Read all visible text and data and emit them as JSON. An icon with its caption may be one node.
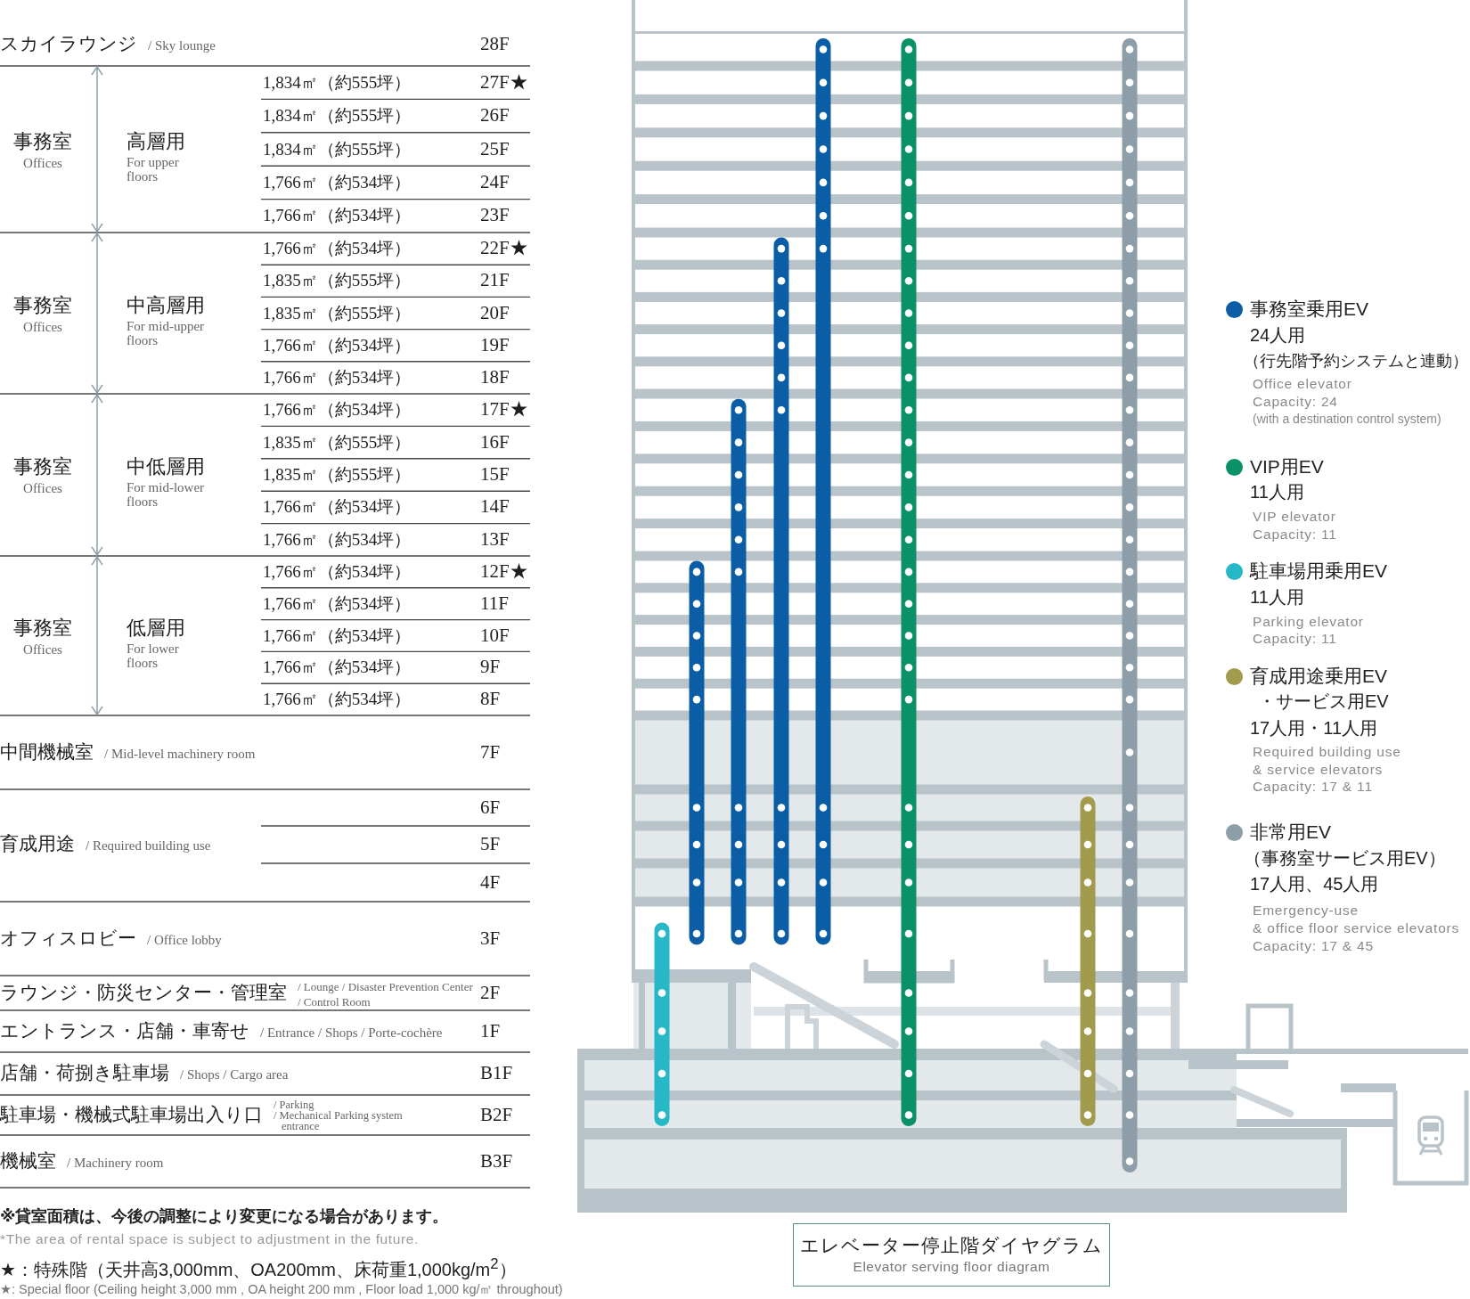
{
  "diagram": {
    "nodes": [
      {
        "text": [
          "エレベーター停止階ダイヤグラム",
          "Elevator serving floor diagram"
        ]
      }
    ],
    "labels": [
      "スカイラウンジ",
      "/ Sky lounge",
      "28F",
      "事務室",
      "Offices",
      "高層用",
      "For upper floors",
      "1,834㎡（約555坪）",
      "27F★",
      "1,834㎡（約555坪）",
      "26F",
      "1,834㎡（約555坪）",
      "25F",
      "1,766㎡（約534坪）",
      "24F",
      "1,766㎡（約534坪）",
      "23F",
      "事務室",
      "Offices",
      "中高層用",
      "For mid-upper floors",
      "1,766㎡（約534坪）",
      "22F★",
      "1,835㎡（約555坪）",
      "21F",
      "1,835㎡（約555坪）",
      "20F",
      "1,766㎡（約534坪）",
      "19F",
      "1,766㎡（約534坪）",
      "18F",
      "事務室",
      "Offices",
      "中低層用",
      "For mid-lower floors",
      "1,766㎡（約534坪）",
      "17F★",
      "1,835㎡（約555坪）",
      "16F",
      "1,835㎡（約555坪）",
      "15F",
      "1,766㎡（約534坪）",
      "14F",
      "1,766㎡（約534坪）",
      "13F",
      "事務室",
      "Offices",
      "低層用",
      "For lower floors",
      "1,766㎡（約534坪）",
      "12F★",
      "1,766㎡（約534坪）",
      "11F",
      "1,766㎡（約534坪）",
      "10F",
      "1,766㎡（約534坪）",
      "9F",
      "1,766㎡（約534坪）",
      "8F",
      "中間機械室",
      "/ Mid-level machinery room",
      "7F",
      "育成用途",
      "/ Required building use",
      "6F",
      "5F",
      "4F",
      "オフィスロビー",
      "/ Office lobby",
      "3F",
      "ラウンジ・防災センター・管理室",
      "/ Lounge / Disaster Prevention Center",
      "/ Control Room",
      "2F",
      "エントランス・店舗・車寄せ",
      "/ Entrance / Shops / Porte-cochère",
      "1F",
      "店舗・荷捌き駐車場",
      "/ Shops / Cargo area",
      "B1F",
      "駐車場・機械式駐車場出入り口",
      "/ Parking",
      "/ Mechanical Parking system entrance",
      "B2F",
      "機械室",
      "/ Machinery room",
      "B3F",
      "※貸室面積は、今後の調整により変更になる場合があります。",
      "*The area of rental space is subject to adjustment in the future.",
      "★：特殊階（天井高3,000mm、OA200mm、床荷重1,000kg/m$^{2}$）",
      "★: Special floor (Ceiling height 3,000 mm , OA height 200 mm , Floor load 1,000 kg/㎡ throughout)",
      "24人用",
      "（行先階予約システムと連動）",
      "Office elevator",
      "Capacity: 24",
      "(with a destination control system)",
      "11人用",
      "VIP elevator",
      "Capacity: 11",
      "11人用",
      "Parking elevator",
      "Capacity: 11",
      "・サービス用EV",
      "17人用・11人用",
      "Required building use",
      "& service elevators",
      "Capacity: 17 & 11",
      "（事務室サービス用EV）",
      "17人用、45人用",
      "Emergency-use",
      "& office floor service elevators",
      "Capacity: 17 & 45"
    ],
    "legend": [
      {
        "text": "事務室乗用EV",
        "color": "#0b5ea5"
      },
      {
        "text": "VIP用EV",
        "color": "#0a9168"
      },
      {
        "text": "駐車場用乗用EV",
        "color": "#27b8c8"
      },
      {
        "text": "育成用途乗用EV",
        "color": "#a29a4c"
      },
      {
        "text": "非常用EV",
        "color": "#8d9ea8"
      }
    ]
  }
}
